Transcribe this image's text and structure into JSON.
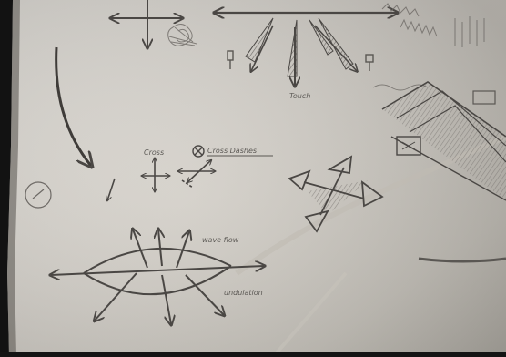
{
  "photo": {
    "subject": "pencil sketch on paper",
    "annotations": {
      "top_arrow_label": "Touch",
      "cross_label": "Cross",
      "cross_dashes_label": "Cross Dashes",
      "wave_upper_label": "wave flow",
      "wave_lower_label": "undulation"
    },
    "colors": {
      "paper_light": "#dcd9d2",
      "paper_mid": "#cfcbc3",
      "paper_shadow": "#a9a59e",
      "pencil": "#4a4744",
      "pencil_light": "#7a7672",
      "background": "#121212"
    }
  }
}
